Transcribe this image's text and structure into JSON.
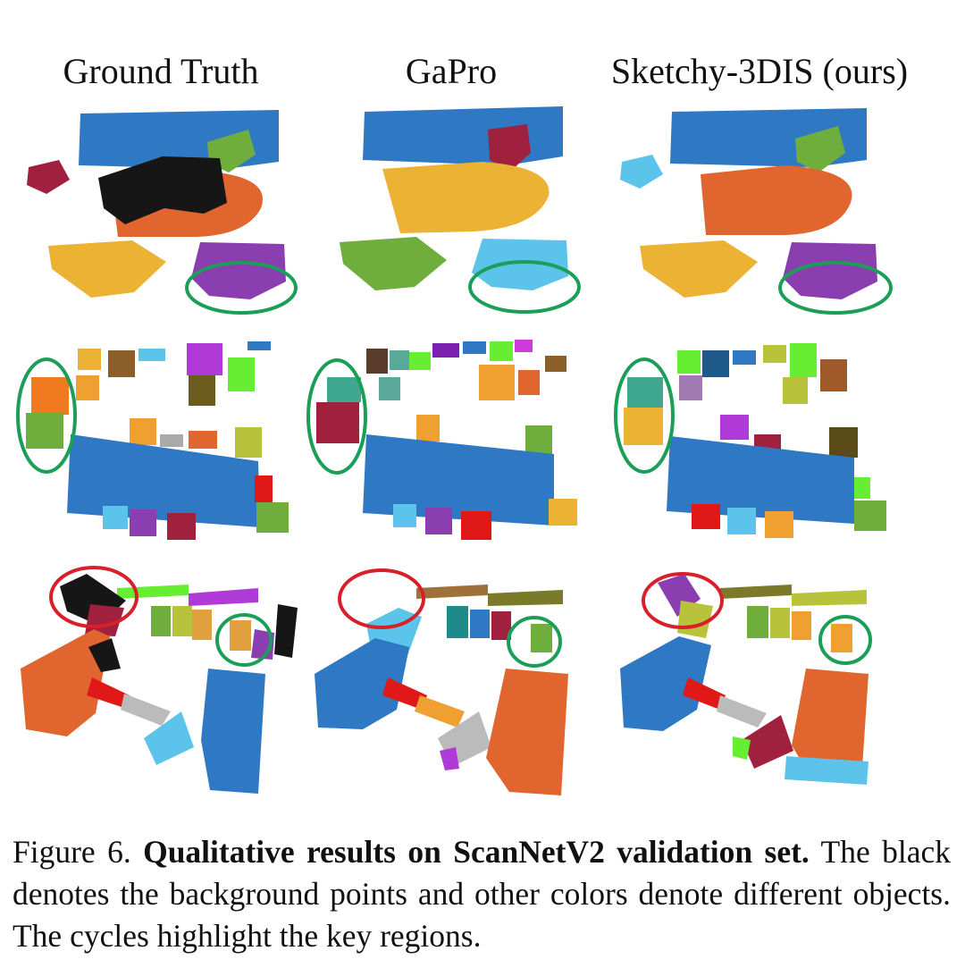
{
  "columns": [
    {
      "title": "Ground Truth"
    },
    {
      "title": "GaPro"
    },
    {
      "title": "Sketchy-3DIS (ours)"
    }
  ],
  "caption": {
    "prefix": "Figure 6. ",
    "bold": "Qualitative results on ScanNetV2 validation set.",
    "rest": " The black denotes the background points and other colors denote different objects. The cycles highlight the key regions."
  },
  "colors": {
    "blue": "#2f78c4",
    "orange": "#e0652e",
    "yellow": "#ebb233",
    "purple": "#8a3eb0",
    "green": "#6fae3c",
    "maroon": "#a0213e",
    "black": "#161616",
    "light_blue": "#5cc4ea",
    "highlight_green": "#1a9e58",
    "highlight_red": "#d8202a"
  }
}
